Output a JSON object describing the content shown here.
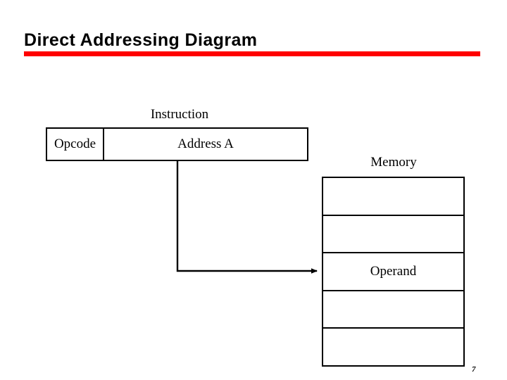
{
  "slide": {
    "title": "Direct Addressing Diagram",
    "rule_color": "#ff0000",
    "page_number": "7",
    "background_color": "#ffffff",
    "line_color": "#000000"
  },
  "instruction": {
    "label": "Instruction",
    "fields": [
      {
        "name": "opcode",
        "label": "Opcode"
      },
      {
        "name": "address",
        "label": "Address A"
      }
    ]
  },
  "memory": {
    "label": "Memory",
    "cells": [
      {
        "label": ""
      },
      {
        "label": ""
      },
      {
        "label": "Operand"
      },
      {
        "label": ""
      },
      {
        "label": ""
      }
    ]
  },
  "connector": {
    "name": "address-to-operand-arrow",
    "description": "elbow arrow from Address A field down and right into the Operand memory cell"
  }
}
